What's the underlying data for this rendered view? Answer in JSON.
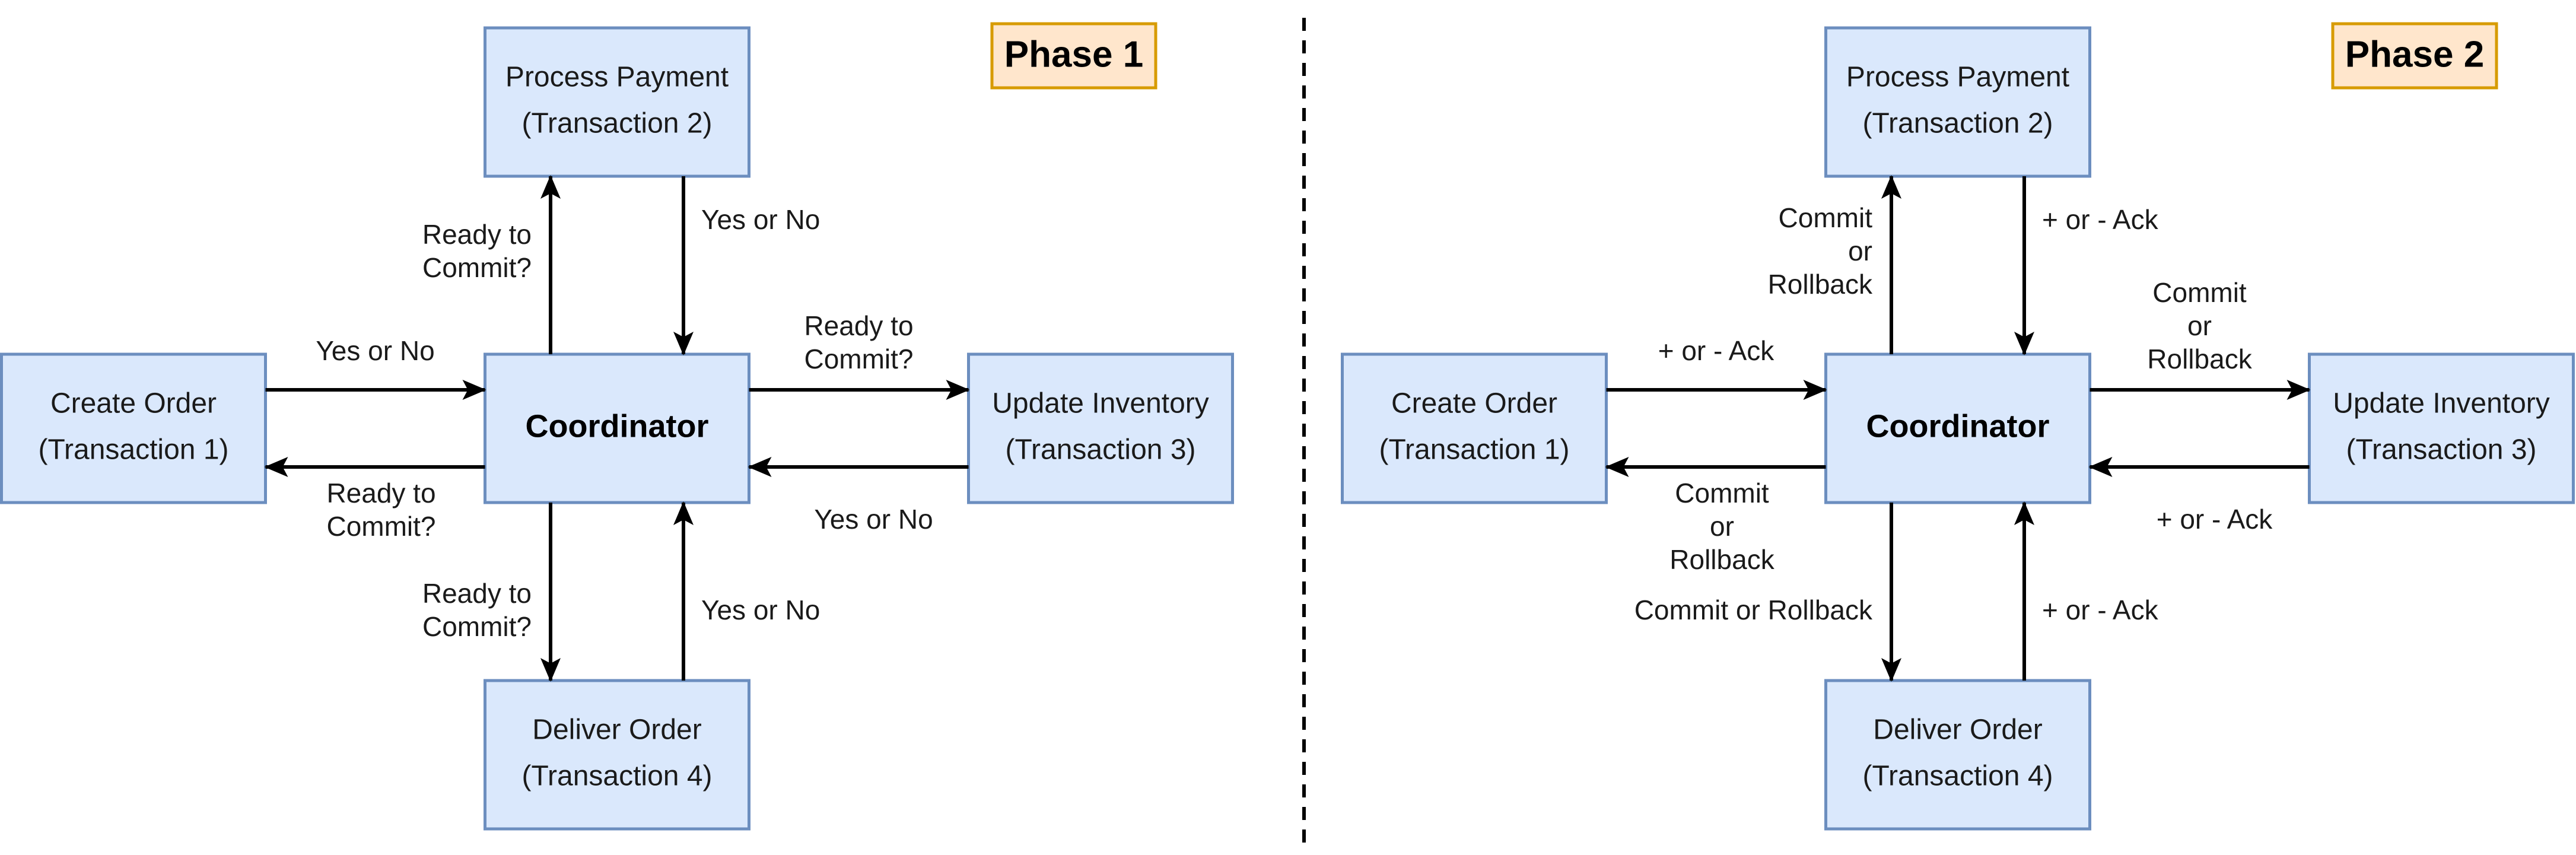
{
  "phases": [
    {
      "label": "Phase 1",
      "coordinator": "Coordinator",
      "nodes": {
        "top": [
          "Process Payment",
          "(Transaction 2)"
        ],
        "left": [
          "Create Order",
          "(Transaction 1)"
        ],
        "right": [
          "Update Inventory",
          "(Transaction 3)"
        ],
        "bottom": [
          "Deliver Order",
          "(Transaction 4)"
        ]
      },
      "labels": {
        "top_out": [
          "Ready to",
          "Commit?"
        ],
        "top_in": [
          "Yes or No"
        ],
        "left_in": [
          "Yes or No"
        ],
        "left_out": [
          "Ready to",
          "Commit?"
        ],
        "right_out": [
          "Ready to",
          "Commit?"
        ],
        "right_in": [
          "Yes or No"
        ],
        "bottom_out": [
          "Ready to",
          "Commit?"
        ],
        "bottom_in": [
          "Yes or No"
        ]
      }
    },
    {
      "label": "Phase 2",
      "coordinator": "Coordinator",
      "nodes": {
        "top": [
          "Process Payment",
          "(Transaction 2)"
        ],
        "left": [
          "Create Order",
          "(Transaction 1)"
        ],
        "right": [
          "Update Inventory",
          "(Transaction 3)"
        ],
        "bottom": [
          "Deliver Order",
          "(Transaction 4)"
        ]
      },
      "labels": {
        "top_out": [
          "Commit",
          "or",
          "Rollback"
        ],
        "top_in": [
          "+ or - Ack"
        ],
        "left_in": [
          "+ or - Ack"
        ],
        "left_out": [
          "Commit",
          "or",
          "Rollback"
        ],
        "right_out": [
          "Commit",
          "or",
          "Rollback"
        ],
        "right_in": [
          "+ or - Ack"
        ],
        "bottom_out": [
          "Commit or Rollback"
        ],
        "bottom_in": [
          "+ or - Ack"
        ]
      }
    }
  ]
}
